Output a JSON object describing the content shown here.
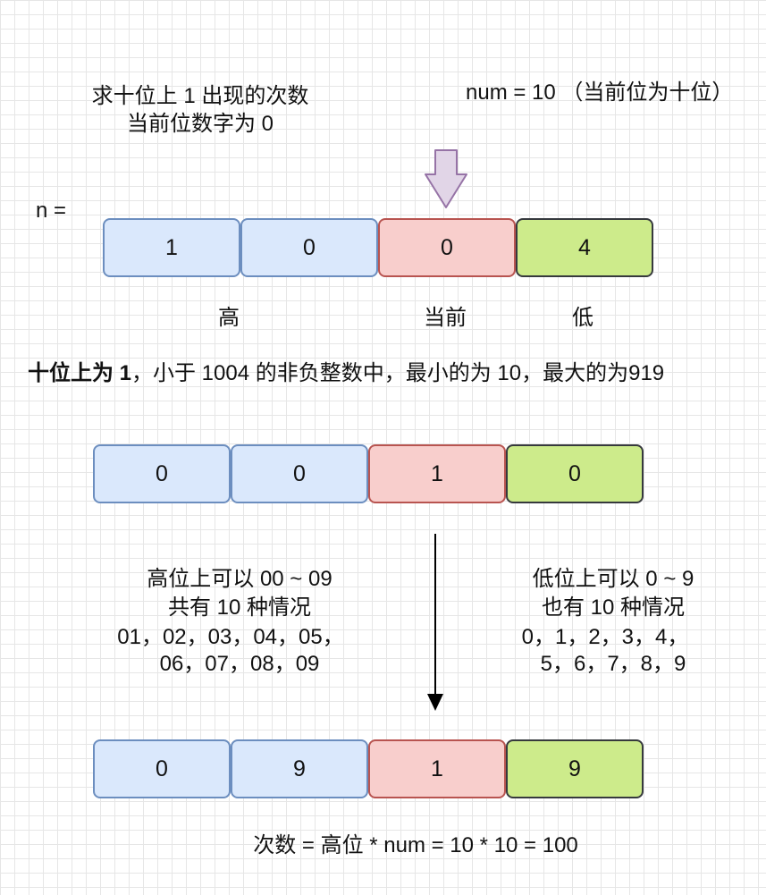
{
  "header": {
    "title_line1": "求十位上 1 出现的次数",
    "title_line2": "当前位数字为 0",
    "num_note": "num = 10 （当前位为十位）",
    "n_label": "n ="
  },
  "row1": {
    "digits": [
      "1",
      "0",
      "0",
      "4"
    ]
  },
  "labels": {
    "high": "高",
    "current": "当前",
    "low": "低"
  },
  "statement": {
    "bold": "十位上为 1",
    "rest": "，小于 1004 的非负整数中，最小的为 10，最大的为919"
  },
  "row2": {
    "digits": [
      "0",
      "0",
      "1",
      "0"
    ]
  },
  "left_note": {
    "line1": "高位上可以 00 ~ 09",
    "line2": "共有 10 种情况",
    "line3": "01，02，03，04，05，",
    "line4": "06，07，08，09"
  },
  "right_note": {
    "line1": "低位上可以 0 ~ 9",
    "line2": "也有 10 种情况",
    "line3": "0，1，2，3，4，",
    "line4": "5，6，7，8，9"
  },
  "row3": {
    "digits": [
      "0",
      "9",
      "1",
      "9"
    ]
  },
  "formula": "次数 = 高位 * num = 10 * 10 = 100",
  "colors": {
    "blue_fill": "#dae8fc",
    "blue_stroke": "#6c8ebf",
    "red_fill": "#f8cecc",
    "red_stroke": "#b85450",
    "green_fill": "#cdeb8b",
    "green_stroke": "#36393d",
    "arrow_fill": "#e1d5e7",
    "arrow_stroke": "#9673a6"
  }
}
